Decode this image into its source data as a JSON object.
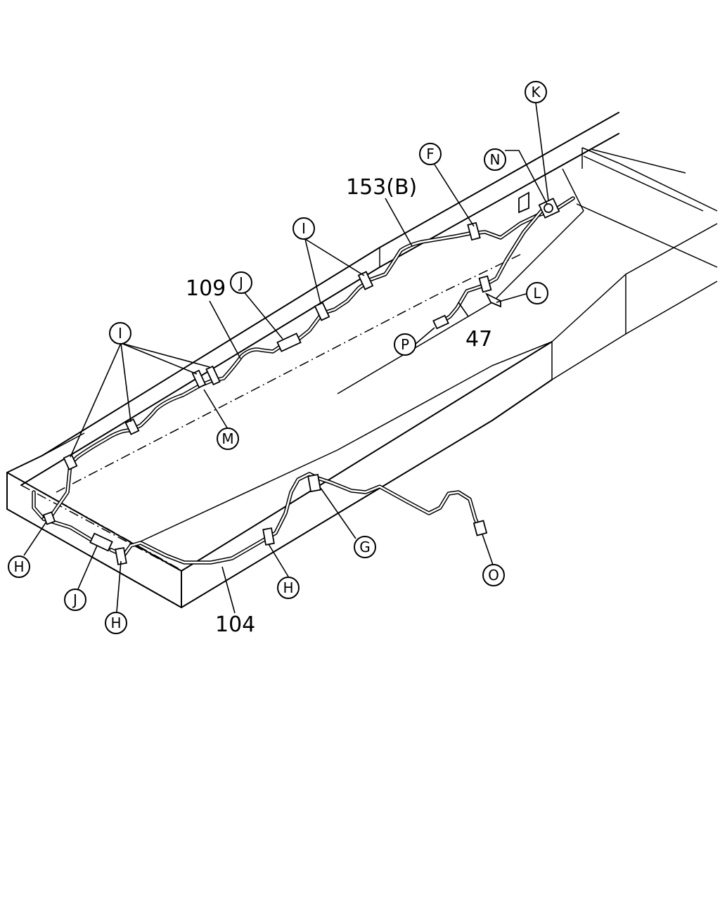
{
  "callouts": {
    "K": "K",
    "N": "N",
    "F": "F",
    "I_mid": "I",
    "J_top": "J",
    "I_left": "I",
    "M": "M",
    "L": "L",
    "P": "P",
    "G": "G",
    "O": "O",
    "H_left": "H",
    "J_bottom": "J",
    "H_bottom": "H",
    "H_mid": "H"
  },
  "part_numbers": {
    "pipe_153b": "153(B)",
    "pipe_109": "109",
    "pipe_47": "47",
    "pipe_104": "104"
  }
}
